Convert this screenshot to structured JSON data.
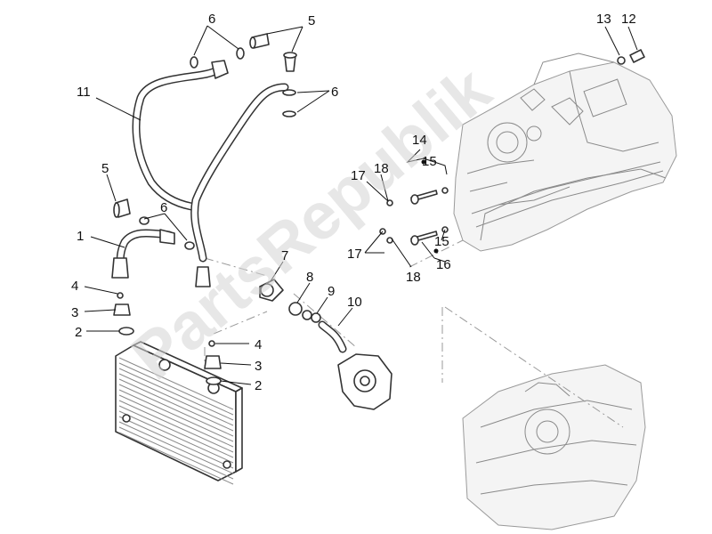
{
  "diagram": {
    "watermark": "PartsRepublik",
    "callouts": [
      "1",
      "2",
      "2",
      "3",
      "3",
      "4",
      "4",
      "5",
      "5",
      "6",
      "6",
      "6",
      "7",
      "8",
      "9",
      "10",
      "11",
      "12",
      "13",
      "14",
      "15",
      "15",
      "16",
      "17",
      "17",
      "18",
      "18"
    ]
  }
}
